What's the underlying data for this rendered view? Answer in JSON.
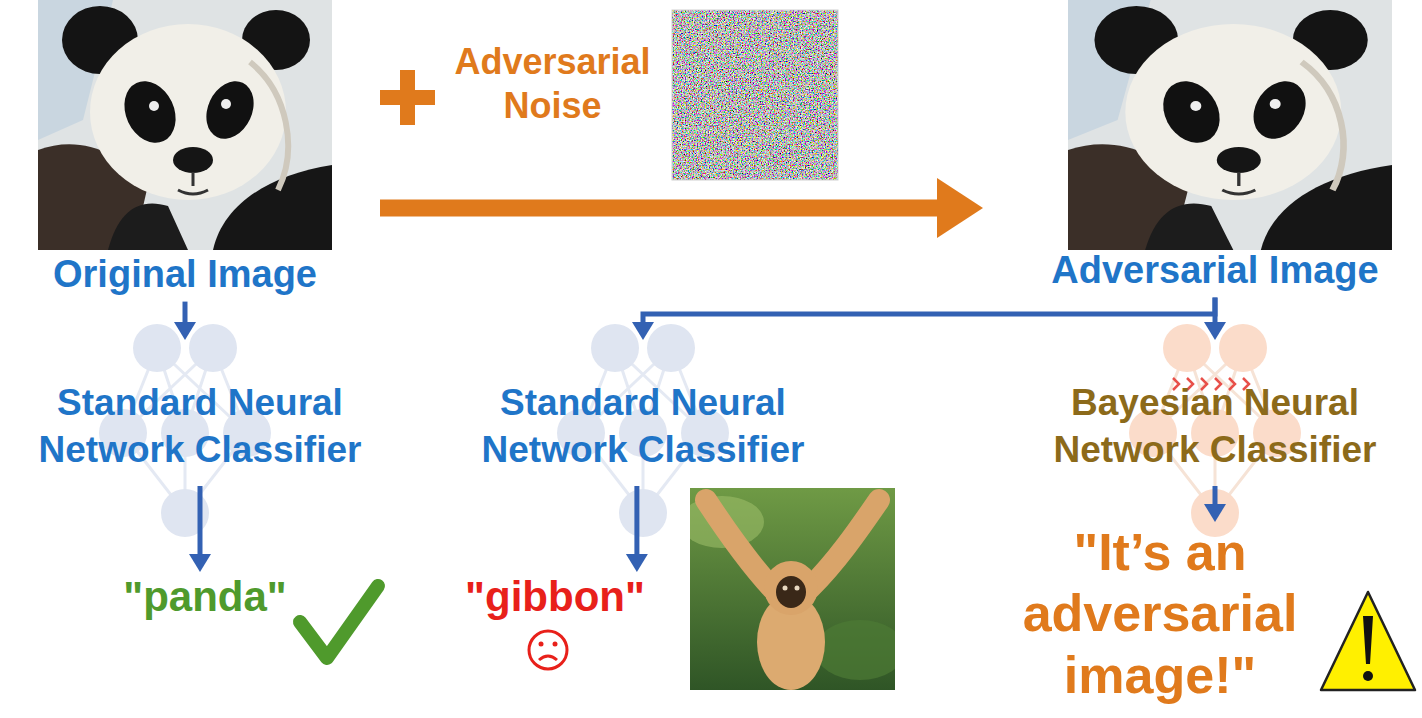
{
  "diagram": {
    "nodes": [
      {
        "text": [
          "Original Image"
        ]
      },
      {
        "text": [
          "Adversarial Image"
        ]
      },
      {
        "text": [
          "Standard Neural Network Classifier"
        ]
      },
      {
        "text": [
          "\"panda\""
        ]
      },
      {
        "text": [
          "Standard Neural Network Classifier"
        ]
      },
      {
        "text": [
          "\"gibbon\""
        ]
      },
      {
        "text": [
          "Bayesian Neural Network Classifier"
        ]
      },
      {
        "text": [
          "\"It’s an adversarial image!\""
        ]
      }
    ],
    "edges": [
      {
        "from": 0,
        "to": 1,
        "arrow": "to"
      },
      {
        "from": 0,
        "to": 2,
        "arrow": "to"
      },
      {
        "from": 2,
        "to": 3,
        "arrow": "to"
      },
      {
        "from": 1,
        "to": 4,
        "arrow": "to"
      },
      {
        "from": 1,
        "to": 6,
        "arrow": "to"
      },
      {
        "from": 4,
        "to": 5,
        "arrow": "to"
      },
      {
        "from": 6,
        "to": 7,
        "arrow": "to"
      }
    ],
    "labels": [
      "Adversarial Noise"
    ]
  }
}
